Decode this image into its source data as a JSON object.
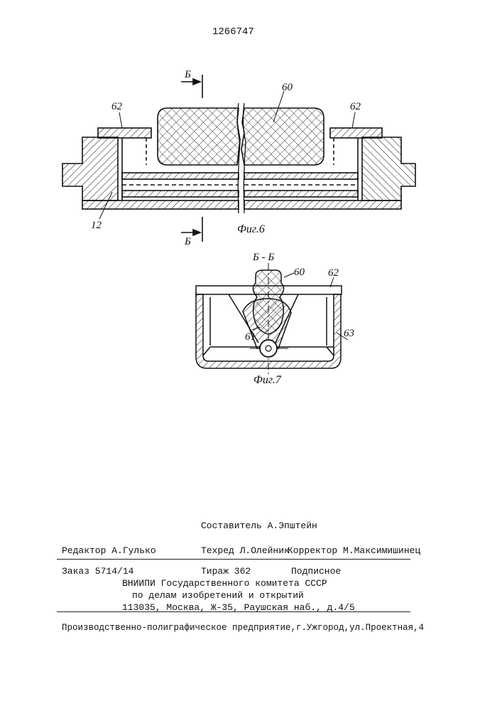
{
  "header": {
    "patent_number": "1266747"
  },
  "fig6": {
    "section_mark": "Б",
    "part_60": "60",
    "part_62_left": "62",
    "part_62_right": "62",
    "part_12": "12",
    "caption": "Фиг.6"
  },
  "fig7": {
    "section_title": "Б - Б",
    "part_60": "60",
    "part_62": "62",
    "part_61": "61",
    "part_63": "63",
    "caption": "Фиг.7"
  },
  "colophon": {
    "compiler": "Составитель А.Эпштейн",
    "editor": "Редактор А.Гулько",
    "tech_editor": "Техред Л.Олейник",
    "proofreader": "Корректор М.Максимишинец",
    "order": "Заказ 5714/14",
    "circulation": "Тираж 362",
    "subscription": "Подписное",
    "institute_line1": "ВНИИПИ Государственного комитета СССР",
    "institute_line2": "по делам изобретений и открытий",
    "institute_address": "113035, Москва, Ж-35, Раушская наб., д.4/5",
    "printer": "Производственно-полиграфическое предприятие,г.Ужгород,ул.Проектная,4"
  }
}
